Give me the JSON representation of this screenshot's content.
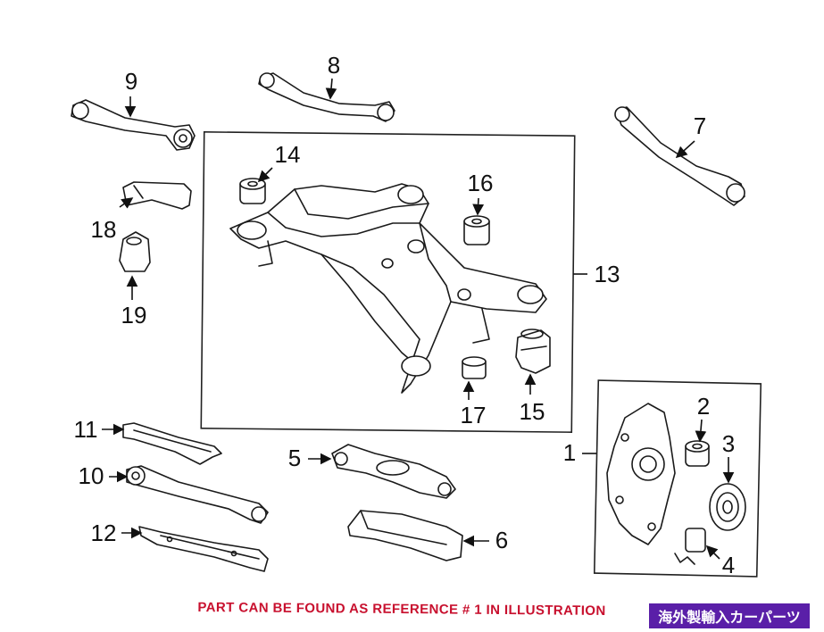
{
  "callouts": {
    "c1": "1",
    "c2": "2",
    "c3": "3",
    "c4": "4",
    "c5": "5",
    "c6": "6",
    "c7": "7",
    "c8": "8",
    "c9": "9",
    "c10": "10",
    "c11": "11",
    "c12": "12",
    "c13": "13",
    "c14": "14",
    "c15": "15",
    "c16": "16",
    "c17": "17",
    "c18": "18",
    "c19": "19"
  },
  "note": "PART CAN BE FOUND AS REFERENCE # 1 IN ILLUSTRATION",
  "badge": "海外製輸入カーパーツ",
  "colors": {
    "note": "#c8102e",
    "badge_bg": "#5a1fa8",
    "line": "#1a1a1a"
  }
}
